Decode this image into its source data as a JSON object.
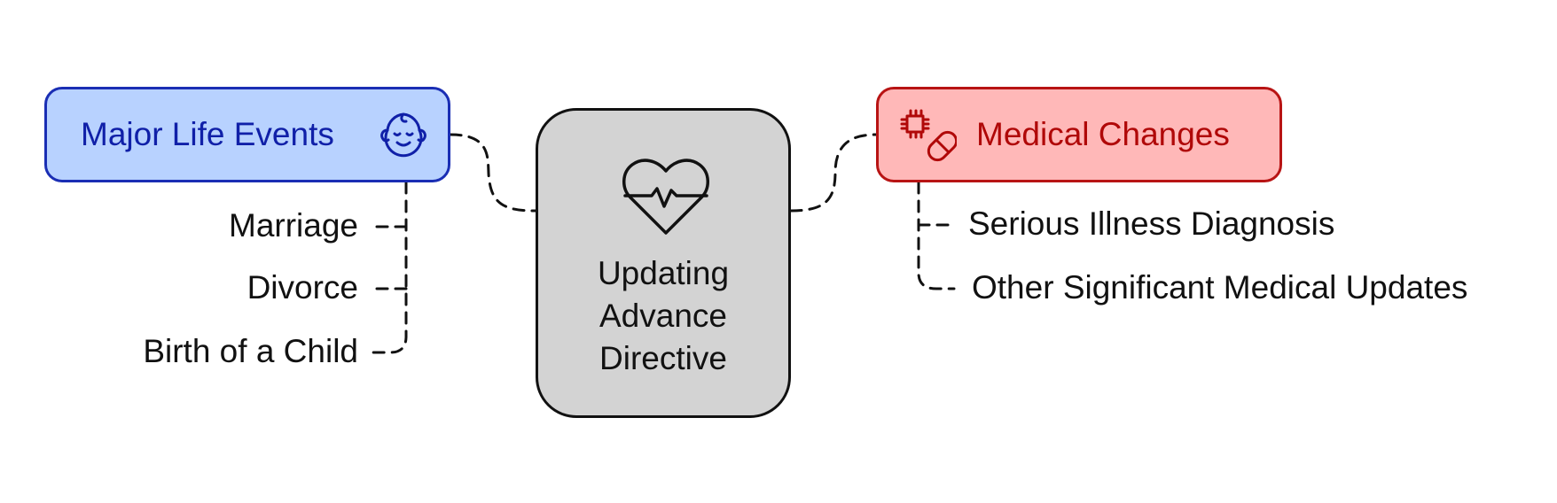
{
  "diagram": {
    "center": {
      "label_lines": [
        "Updating",
        "Advance",
        "Directive"
      ],
      "icon": "heart-pulse-icon"
    },
    "left": {
      "title": "Major Life Events",
      "icon": "baby-face-icon",
      "items": [
        "Marriage",
        "Divorce",
        "Birth of a Child"
      ]
    },
    "right": {
      "title": "Medical Changes",
      "icon": "chip-pill-icon",
      "items": [
        "Serious Illness Diagnosis",
        "Other Significant Medical Updates"
      ]
    },
    "colors": {
      "left_fill": "#b8d2ff",
      "left_border": "#1a2eb4",
      "left_text": "#1020a8",
      "right_fill": "#ffb8b8",
      "right_border": "#b81414",
      "right_text": "#b00808",
      "center_fill": "#d3d3d3",
      "line": "#111111"
    }
  }
}
